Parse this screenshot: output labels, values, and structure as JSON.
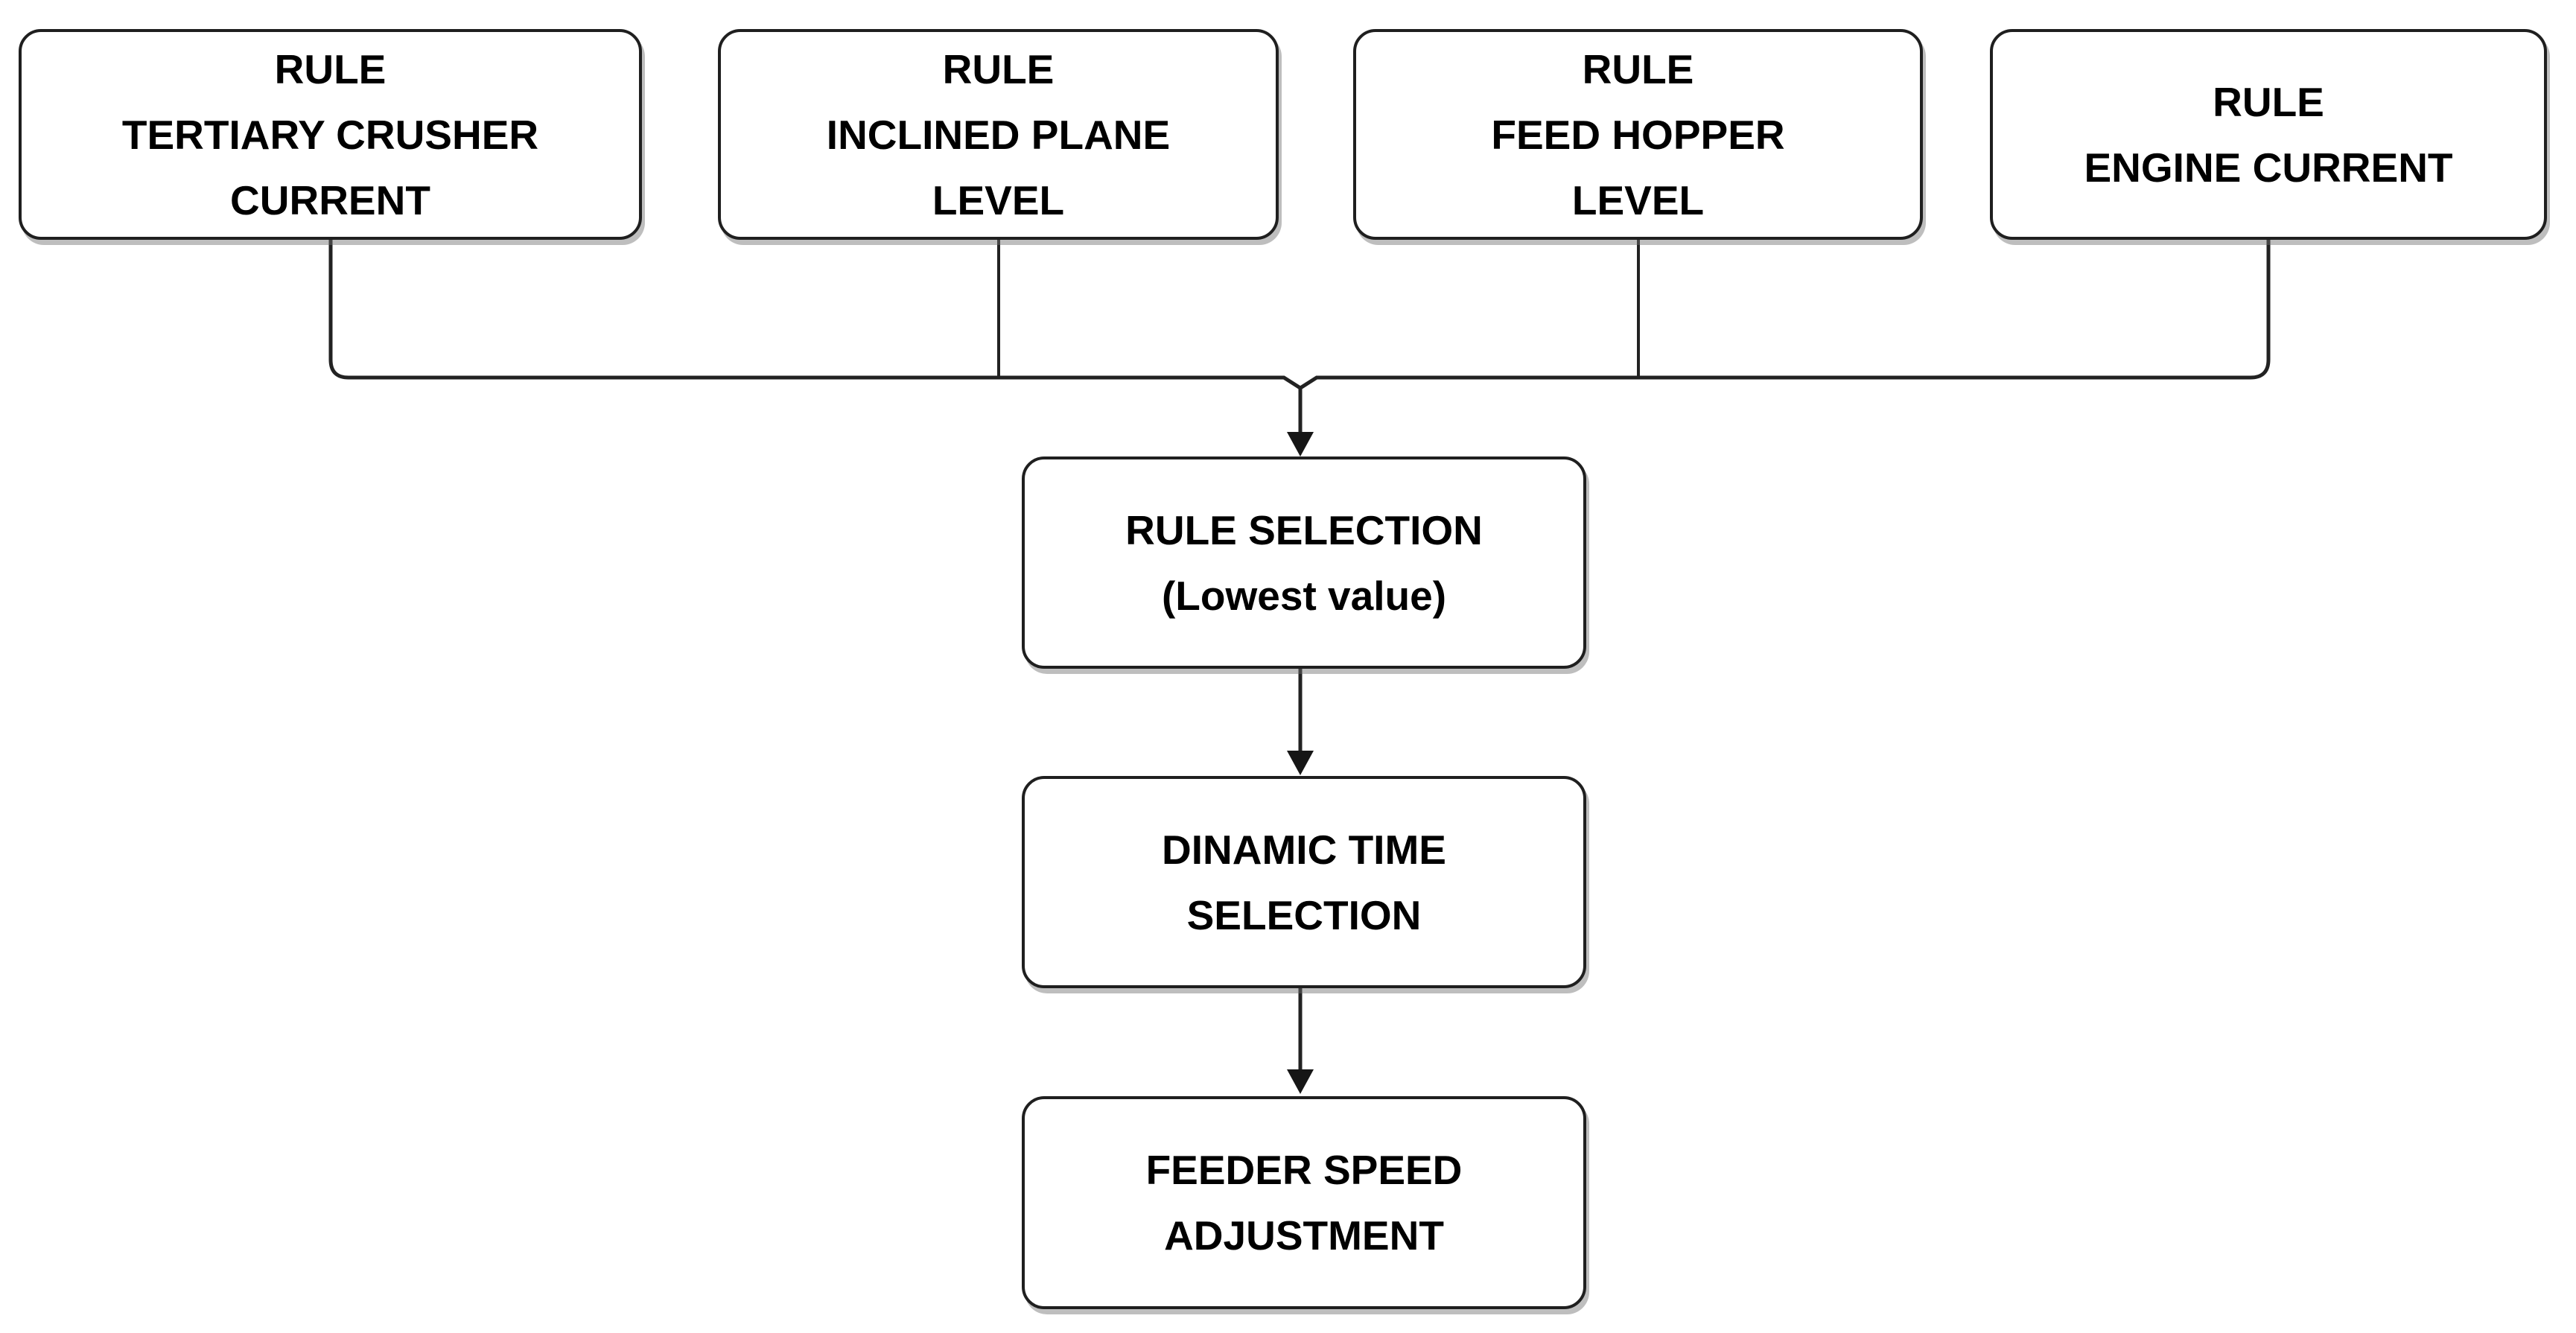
{
  "page": {
    "background": "#ffffff"
  },
  "diagram": {
    "type": "flowchart",
    "colors": {
      "node_fill": "#ffffff",
      "node_border": "#1f1f1f",
      "connector": "#222222",
      "text": "#000000",
      "shadow": "#6e6e6e"
    },
    "rule_boxes": [
      {
        "lines": [
          "RULE",
          "TERTIARY CRUSHER",
          "CURRENT"
        ]
      },
      {
        "lines": [
          "RULE",
          "INCLINED PLANE",
          "LEVEL"
        ]
      },
      {
        "lines": [
          "RULE",
          "FEED HOPPER",
          "LEVEL"
        ]
      },
      {
        "lines": [
          "RULE",
          "ENGINE CURRENT"
        ]
      }
    ],
    "flow_boxes": [
      {
        "lines": [
          "RULE SELECTION",
          "(Lowest value)"
        ]
      },
      {
        "lines": [
          "DINAMIC TIME",
          "SELECTION"
        ]
      },
      {
        "lines": [
          "FEEDER SPEED",
          "ADJUSTMENT"
        ]
      }
    ]
  }
}
